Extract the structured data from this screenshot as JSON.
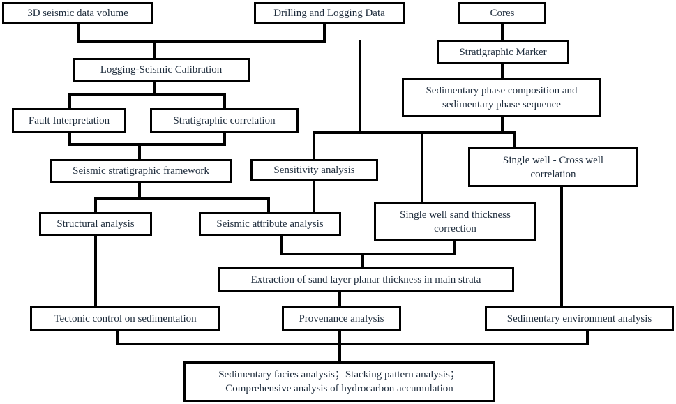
{
  "diagram": {
    "nodes": {
      "seismic_volume": {
        "line1": "3D seismic data volume",
        "line2": ""
      },
      "drilling_logging": {
        "line1": "Drilling and Logging Data",
        "line2": ""
      },
      "cores": {
        "line1": "Cores",
        "line2": ""
      },
      "stratigraphic_marker": {
        "line1": "Stratigraphic Marker",
        "line2": ""
      },
      "logging_seismic_calibration": {
        "line1": "Logging-Seismic Calibration",
        "line2": ""
      },
      "sedimentary_phase": {
        "line1": "Sedimentary phase composition and",
        "line2": "sedimentary phase sequence"
      },
      "fault_interpretation": {
        "line1": "Fault Interpretation",
        "line2": ""
      },
      "stratigraphic_correlation": {
        "line1": "Stratigraphic correlation",
        "line2": ""
      },
      "seismic_stratigraphic_framework": {
        "line1": "Seismic stratigraphic framework",
        "line2": ""
      },
      "sensitivity_analysis": {
        "line1": "Sensitivity analysis",
        "line2": ""
      },
      "single_cross_well": {
        "line1": "Single well - Cross well",
        "line2": "correlation"
      },
      "structural_analysis": {
        "line1": "Structural analysis",
        "line2": ""
      },
      "seismic_attribute_analysis": {
        "line1": "Seismic attribute analysis",
        "line2": ""
      },
      "sand_thickness_correction": {
        "line1": "Single well sand thickness",
        "line2": "correction"
      },
      "sand_layer_extraction": {
        "line1": "Extraction of sand layer planar thickness in main strata",
        "line2": ""
      },
      "tectonic_control": {
        "line1": "Tectonic control on sedimentation",
        "line2": ""
      },
      "provenance_analysis": {
        "line1": "Provenance analysis",
        "line2": ""
      },
      "sedimentary_environment": {
        "line1": "Sedimentary environment analysis",
        "line2": ""
      },
      "final_analysis": {
        "line1": "Sedimentary facies analysis；Stacking pattern analysis；",
        "line2": "Comprehensive analysis of hydrocarbon accumulation"
      }
    },
    "colors": {
      "line": "#000000",
      "text": "#1f2d3d",
      "box_fill": "#ffffff"
    }
  }
}
